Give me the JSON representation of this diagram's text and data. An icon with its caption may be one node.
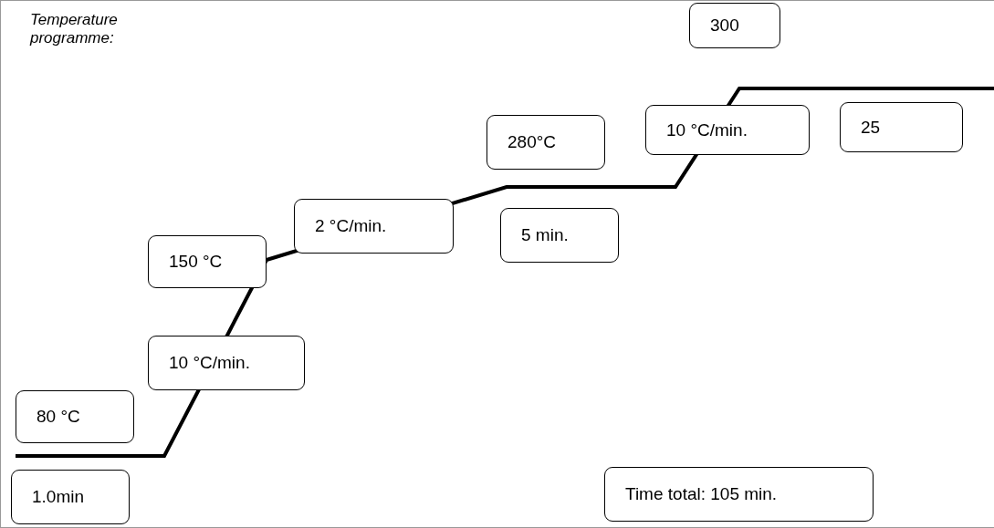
{
  "diagram": {
    "title": "Temperature programme:",
    "nodes": [
      {
        "text": [
          "300"
        ]
      },
      {
        "text": [
          "10 °C/min."
        ]
      },
      {
        "text": [
          "25"
        ]
      },
      {
        "text": [
          "280°C"
        ]
      },
      {
        "text": [
          "2 °C/min."
        ]
      },
      {
        "text": [
          "5 min."
        ]
      },
      {
        "text": [
          "150 °C"
        ]
      },
      {
        "text": [
          "10 °C/min."
        ]
      },
      {
        "text": [
          "80 °C"
        ]
      },
      {
        "text": [
          "1.0min"
        ]
      },
      {
        "text": [
          "Time total: 105 min."
        ]
      }
    ],
    "edges": []
  }
}
